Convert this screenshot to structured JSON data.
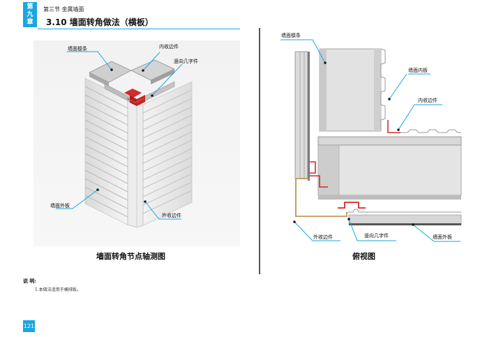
{
  "colors": {
    "accent": "#1aa6e0",
    "flashing": "#d32a2a",
    "trim": "#b8893a",
    "callout": "#1aa6e0"
  },
  "header": {
    "chapter_badge": [
      "第",
      "九",
      "章"
    ],
    "section": "第三节 金属墙面",
    "title": "3.10 墙面转角做法（横板）"
  },
  "left_figure": {
    "labels": {
      "purlin": "墙面檩条",
      "inner_trim": "内收边件",
      "vertical_piece": "竖向几字件",
      "outer_panel": "墙面外板",
      "outer_trim": "外收边件"
    },
    "caption": "墙面转角节点轴测图"
  },
  "right_figure": {
    "labels": {
      "purlin": "墙面檩条",
      "inner_panel": "墙面内板",
      "inner_trim": "内收边件",
      "outer_trim": "外收边件",
      "vertical_piece": "竖向几字件",
      "outer_panel": "墙面外板"
    },
    "caption": "俯视图"
  },
  "notes": {
    "title": "说 明:",
    "items": [
      "1.本做法适用于横排版。"
    ]
  },
  "page_number": "121"
}
